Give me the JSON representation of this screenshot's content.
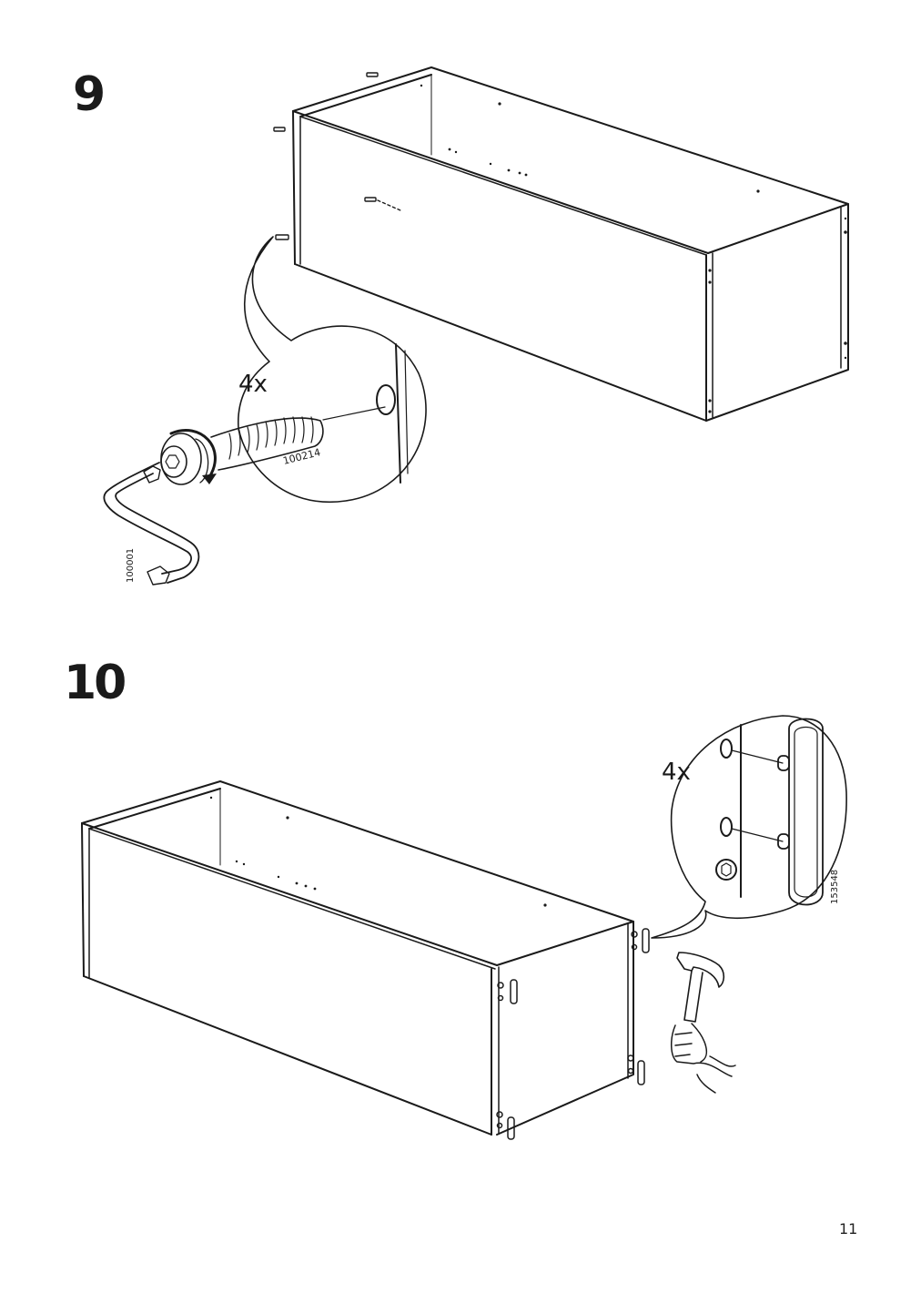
{
  "steps": [
    {
      "number": "9",
      "quantity": "4x",
      "parts": {
        "screw_code": "100214",
        "key_code": "100001"
      }
    },
    {
      "number": "10",
      "quantity": "4x",
      "parts": {
        "dowel_code": "153548"
      }
    }
  ],
  "page": {
    "number": "11"
  },
  "colors": {
    "line": "#1a1a1a",
    "background": "#ffffff"
  }
}
